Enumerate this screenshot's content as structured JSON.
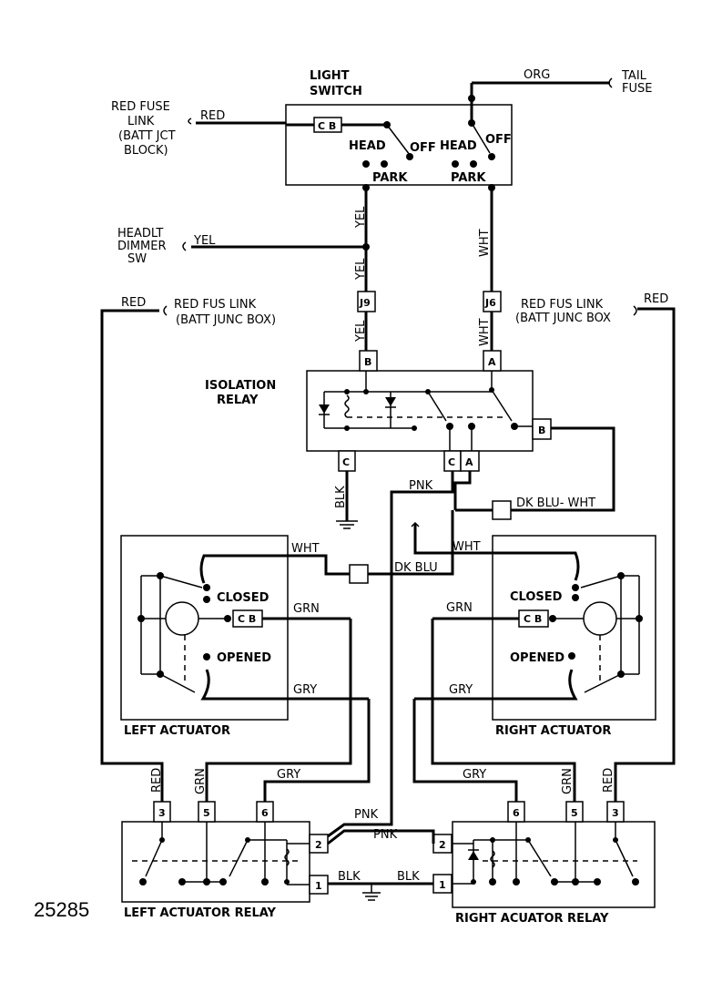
{
  "figure_number": "25285",
  "light_switch": {
    "title_line1": "LIGHT",
    "title_line2": "SWITCH",
    "cb_label": "C B",
    "head_label": "HEAD",
    "off_label": "OFF",
    "park_label": "PARK"
  },
  "sources": {
    "red_fuse_link_line1": "RED FUSE",
    "red_fuse_link_line2": "LINK",
    "red_fuse_link_line3": "(BATT JCT",
    "red_fuse_link_line4": "BLOCK)",
    "tail_fuse_line1": "TAIL",
    "tail_fuse_line2": "FUSE",
    "headlt_dimmer_line1": "HEADLT",
    "headlt_dimmer_line2": "DIMMER",
    "headlt_dimmer_line3": "SW",
    "red_fus_link_left_line1": "RED FUS LINK",
    "red_fus_link_left_line2": "(BATT JUNC BOX)",
    "red_fus_link_right_line1": "RED FUS LINK",
    "red_fus_link_right_line2": "(BATT JUNC BOX"
  },
  "wire_colors": {
    "red": "RED",
    "org": "ORG",
    "yel": "YEL",
    "wht": "WHT",
    "blk": "BLK",
    "pnk": "PNK",
    "dk_blu_wht": "DK BLU- WHT",
    "dk_blu": "DK BLU",
    "grn": "GRN",
    "gry": "GRY"
  },
  "connectors": {
    "j9": "J9",
    "j6": "J6"
  },
  "isolation_relay": {
    "title_line1": "ISOLATION",
    "title_line2": "RELAY",
    "pin_b_top": "B",
    "pin_a_top": "A",
    "pin_b_right": "B",
    "pin_c_left": "C",
    "pin_c_bottom": "C",
    "pin_a_bottom": "A"
  },
  "left_actuator": {
    "title": "LEFT  ACTUATOR",
    "closed": "CLOSED",
    "opened": "OPENED",
    "cb": "C B"
  },
  "right_actuator": {
    "title": "RIGHT  ACTUATOR",
    "closed": "CLOSED",
    "opened": "OPENED",
    "cb": "C B"
  },
  "left_relay": {
    "title": "LEFT  ACTUATOR  RELAY",
    "pins": [
      "3",
      "5",
      "6",
      "2",
      "1"
    ]
  },
  "right_relay": {
    "title": "RIGHT  ACUATOR  RELAY",
    "pins": [
      "6",
      "5",
      "3",
      "2",
      "1"
    ]
  }
}
